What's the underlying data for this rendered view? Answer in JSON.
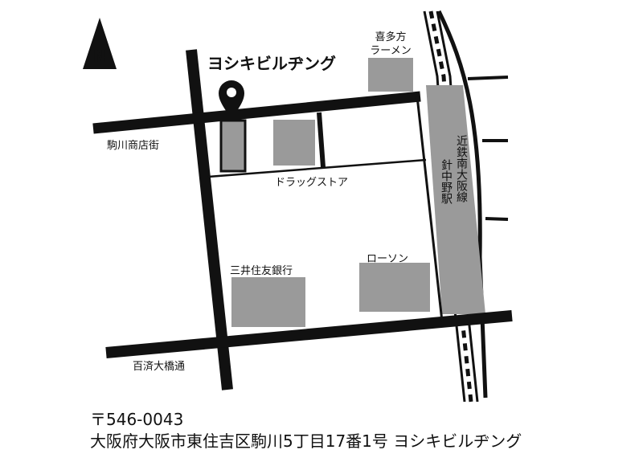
{
  "map": {
    "north_label": "N",
    "building_name": "ヨシキビルヂング",
    "landmarks": {
      "ramen": [
        "喜多方",
        "ラーメン"
      ],
      "drugstore": "ドラッグストア",
      "bank": "三井住友銀行",
      "lawson": "ローソン"
    },
    "streets": {
      "shopping_street": "駒川商店街",
      "main_road": "百済大橋通"
    },
    "station": [
      "近鉄南大阪線",
      "針中野駅"
    ],
    "colors": {
      "road": "#111111",
      "block": "#9a9a9a",
      "background": "#ffffff"
    }
  },
  "address": {
    "postal": "〒546-0043",
    "full": "大阪府大阪市東住吉区駒川5丁目17番1号 ヨシキビルヂング"
  }
}
